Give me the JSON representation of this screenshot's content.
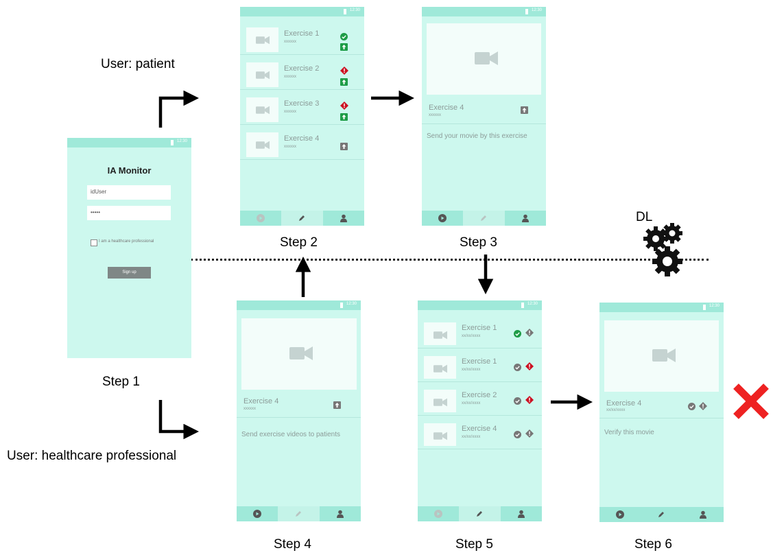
{
  "labels": {
    "user_patient": "User: patient",
    "user_professional": "User: healthcare professional",
    "dl": "DL",
    "steps": [
      "Step 1",
      "Step 2",
      "Step 3",
      "Step 4",
      "Step 5",
      "Step 6"
    ]
  },
  "status_time": "12:30",
  "login": {
    "title": "IA Monitor",
    "user_value": "idUser",
    "password_value": "•••••",
    "checkbox_label": "I am a healthcare professional",
    "signup_label": "Sign up"
  },
  "step2": {
    "rows": [
      {
        "title": "Exercise 1",
        "sub": "xxxxxx",
        "status": "ok",
        "upload": "green"
      },
      {
        "title": "Exercise 2",
        "sub": "xxxxxx",
        "status": "alert",
        "upload": "green"
      },
      {
        "title": "Exercise 3",
        "sub": "xxxxxx",
        "status": "alert",
        "upload": "green"
      },
      {
        "title": "Exercise 4",
        "sub": "xxxxxx",
        "status": "none",
        "upload": "grey"
      }
    ]
  },
  "step3": {
    "title": "Exercise 4",
    "sub": "xxxxxx",
    "desc": "Send your movie by this exercise"
  },
  "step4": {
    "title": "Exercise 4",
    "sub": "xxxxxx",
    "desc": "Send exercise videos to patients"
  },
  "step5": {
    "rows": [
      {
        "title": "Exercise 1",
        "sub": "xx/xx/xxxx",
        "check": "green",
        "warn": "grey"
      },
      {
        "title": "Exercise 1",
        "sub": "xx/xx/xxxx",
        "check": "grey",
        "warn": "red"
      },
      {
        "title": "Exercise 2",
        "sub": "xx/xx/xxxx",
        "check": "grey",
        "warn": "red"
      },
      {
        "title": "Exercise 4",
        "sub": "xx/xx/xxxx",
        "check": "grey",
        "warn": "grey"
      }
    ]
  },
  "step6": {
    "title": "Exercise 4",
    "sub": "xx/xx/xxxx",
    "desc": "Verify this movie"
  },
  "colors": {
    "screen_bg": "#cdf8ee",
    "bar": "#9fe9d9",
    "ok_green": "#1e9c47",
    "alert_red": "#cc1122",
    "grey_icon": "#777777",
    "reject_red": "#ee2222"
  },
  "icons": [
    "video-camera-icon",
    "upload-icon",
    "check-circle-icon",
    "alert-diamond-icon",
    "play-icon",
    "pencil-icon",
    "person-icon",
    "gears-icon",
    "reject-x-icon"
  ]
}
